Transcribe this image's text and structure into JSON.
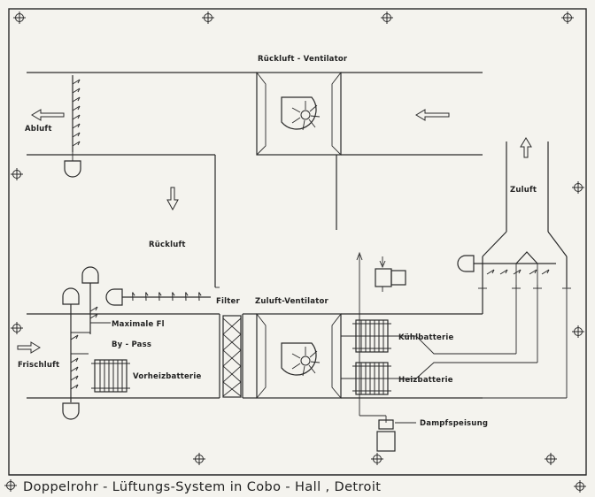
{
  "labels": {
    "ruckluft_ventilator": "Rückluft - Ventilator",
    "abluft": "Abluft",
    "zuluft": "Zuluft",
    "ruckluft": "Rückluft",
    "filter": "Filter",
    "zuluft_ventilator": "Zuluft-Ventilator",
    "maximale_fl": "Maximale Fl",
    "by_pass": "By - Pass",
    "frischluft": "Frischluft",
    "vorheizbatterie": "Vorheizbatterie",
    "kuhlbatterie": "Kühlbatterie",
    "heizbatterie": "Heizbatterie",
    "dampfspeisung": "Dampfspeisung"
  },
  "title": "Doppelrohr - Lüftungs-System  in  Cobo - Hall , Detroit",
  "icons": {
    "register_mark": "crosshair-circle",
    "fan": "centrifugal-fan",
    "damper_motor": "damper-actuator",
    "coil": "heat-exchanger-coil",
    "arrow": "airflow-arrow"
  },
  "colors": {
    "paper": "#f4f3ee",
    "ink": "#2a2a2a"
  }
}
